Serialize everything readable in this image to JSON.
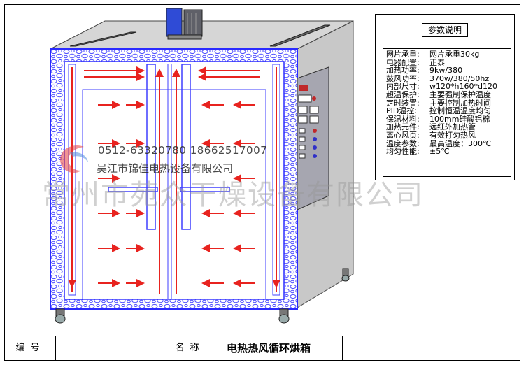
{
  "params": {
    "title": "参数说明",
    "rows": [
      {
        "key": "网片承重:",
        "value": "网片承重30kg"
      },
      {
        "key": "电器配置:",
        "value": "正泰"
      },
      {
        "key": "加热功率:",
        "value": "9kw/380"
      },
      {
        "key": "鼓风功率:",
        "value": "370w/380/50hz"
      },
      {
        "key": "内部尺寸:",
        "value": "w120*h160*d120"
      },
      {
        "key": "超温保护:",
        "value": "主要强制保护温度"
      },
      {
        "key": "定时装置:",
        "value": "主要控制加热时间"
      },
      {
        "key": "PID温控:",
        "value": "控制恒温温度均匀"
      },
      {
        "key": "保温材料:",
        "value": "100mm硅酸铝棉"
      },
      {
        "key": "加热元件:",
        "value": "远红外加热管"
      },
      {
        "key": "离心风页:",
        "value": "有效打匀热风"
      },
      {
        "key": "温度参数:",
        "value": "最高温度：300℃"
      },
      {
        "key": "均匀性能:",
        "value": "±5℃"
      }
    ]
  },
  "title_block": {
    "number_label": "编号",
    "number_value": "",
    "name_label": "名称",
    "name_value": "电热热风循环烘箱"
  },
  "watermark": {
    "phone": "0512-63320780  18662517007",
    "company_small": "吴江市锦佳电热设备有限公司",
    "company_big": "常州市苑众干燥设备有限公司"
  },
  "colors": {
    "frame_blue": "#3f3fff",
    "airflow_red": "#e8231f",
    "cabinet_gray": "#c4c4c4",
    "panel_gray": "#a9a9b3"
  }
}
